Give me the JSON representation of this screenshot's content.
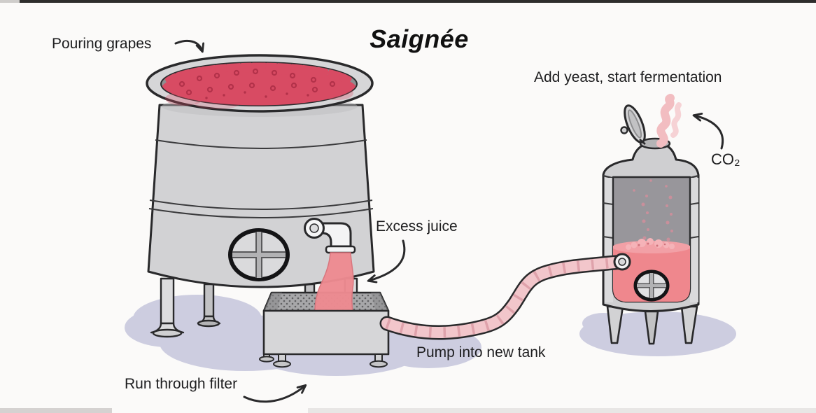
{
  "title": "Saignée",
  "labels": {
    "pouring_grapes": "Pouring grapes",
    "add_yeast": "Add yeast, start fermentation",
    "co2": "CO₂",
    "excess_juice": "Excess juice",
    "pump_into_new_tank": "Pump into new tank",
    "run_through_filter": "Run through filter"
  },
  "colors": {
    "background": "#fbfaf9",
    "outline": "#29292b",
    "text": "#1d1d1f",
    "tank_gray": "#d2d2d4",
    "grape_red": "#d84b63",
    "juice_pink": "#ee8b91",
    "hose_pink": "#f2c6cb",
    "liquid_pink": "#ef878d",
    "smoke_pink": "#f2bdc1",
    "shadow_lavender": "#cdcde0"
  }
}
